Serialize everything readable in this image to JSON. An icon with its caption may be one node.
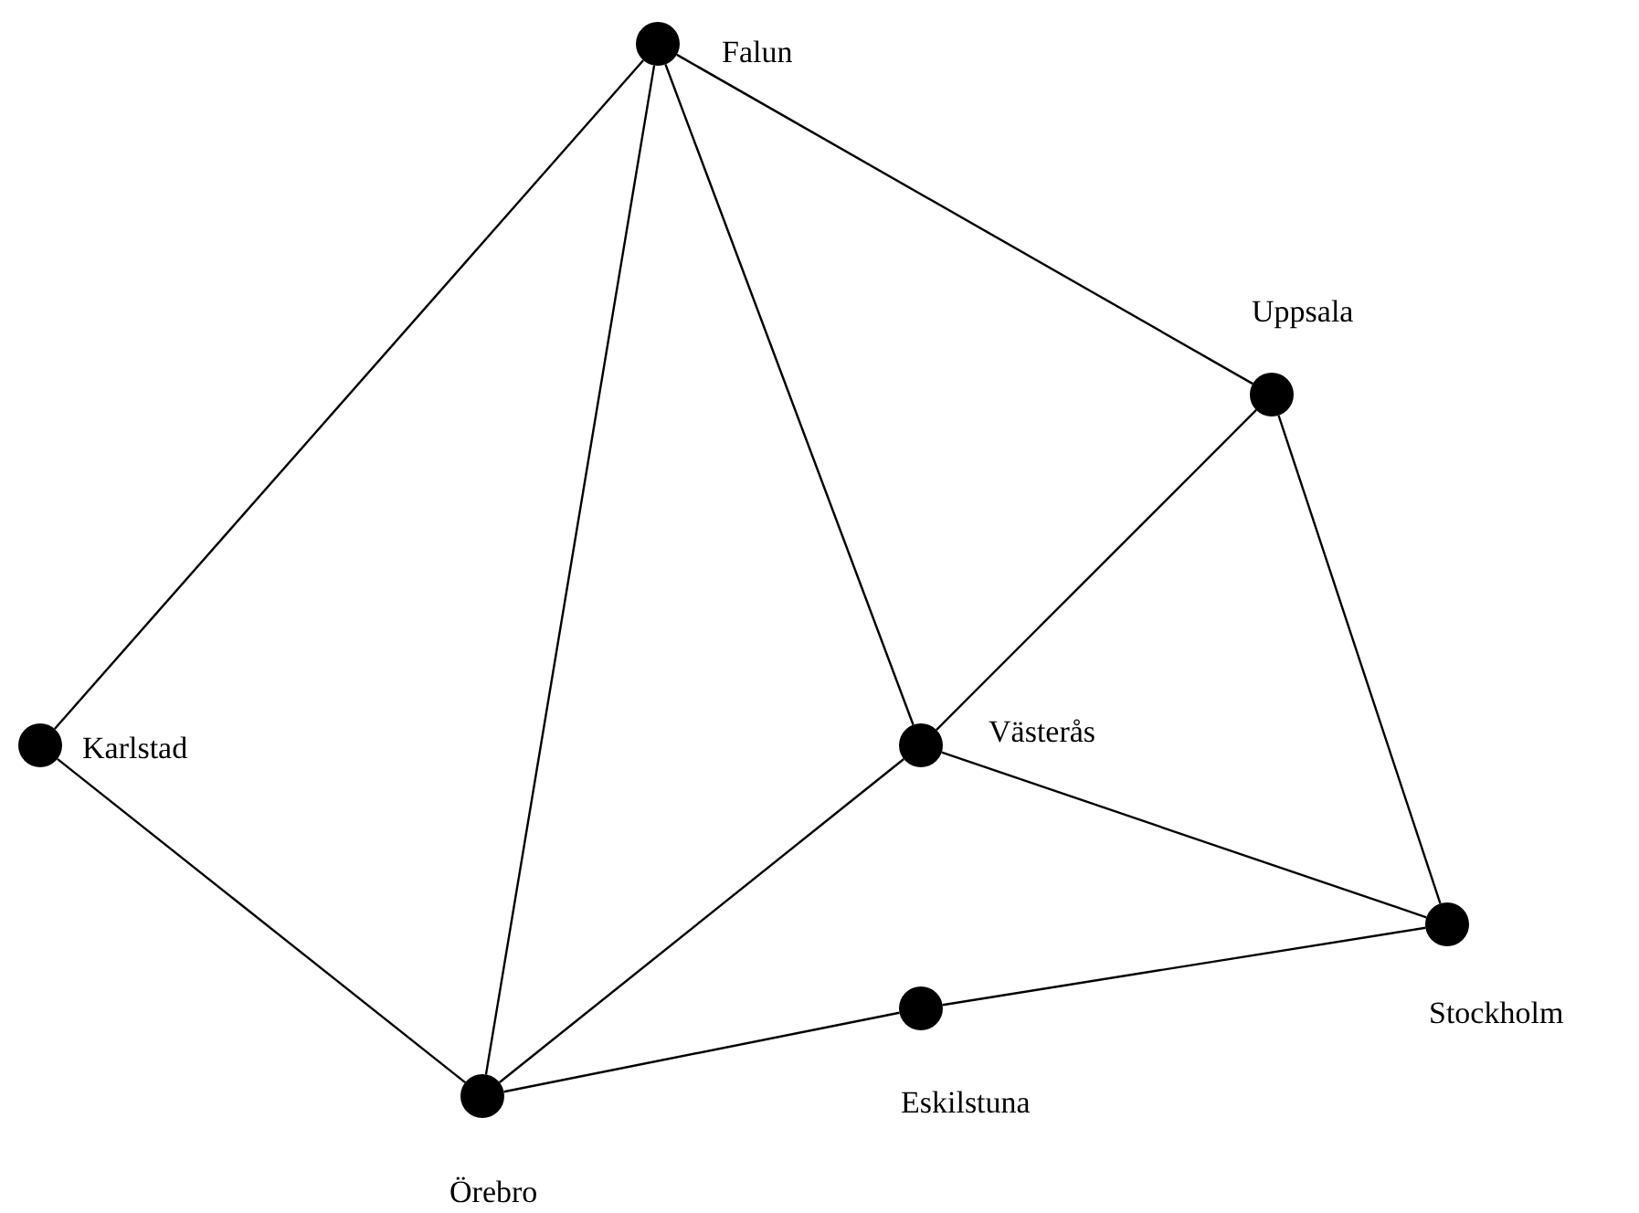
{
  "diagram": {
    "nodes": [
      {
        "text": [
          "Falun"
        ]
      },
      {
        "text": [
          "Uppsala"
        ]
      },
      {
        "text": [
          "Karlstad"
        ]
      },
      {
        "text": [
          "Västerås"
        ]
      },
      {
        "text": [
          "Stockholm"
        ]
      },
      {
        "text": [
          "Eskilstuna"
        ]
      },
      {
        "text": [
          "Örebro"
        ]
      }
    ],
    "edges": [
      {
        "from": 0,
        "to": 2,
        "arrow": "none"
      },
      {
        "from": 0,
        "to": 6,
        "arrow": "none"
      },
      {
        "from": 0,
        "to": 3,
        "arrow": "none"
      },
      {
        "from": 0,
        "to": 1,
        "arrow": "none"
      },
      {
        "from": 1,
        "to": 3,
        "arrow": "none"
      },
      {
        "from": 1,
        "to": 4,
        "arrow": "none"
      },
      {
        "from": 3,
        "to": 4,
        "arrow": "none"
      },
      {
        "from": 3,
        "to": 6,
        "arrow": "none"
      },
      {
        "from": 2,
        "to": 6,
        "arrow": "none"
      },
      {
        "from": 6,
        "to": 5,
        "arrow": "none"
      },
      {
        "from": 5,
        "to": 4,
        "arrow": "none"
      }
    ]
  }
}
